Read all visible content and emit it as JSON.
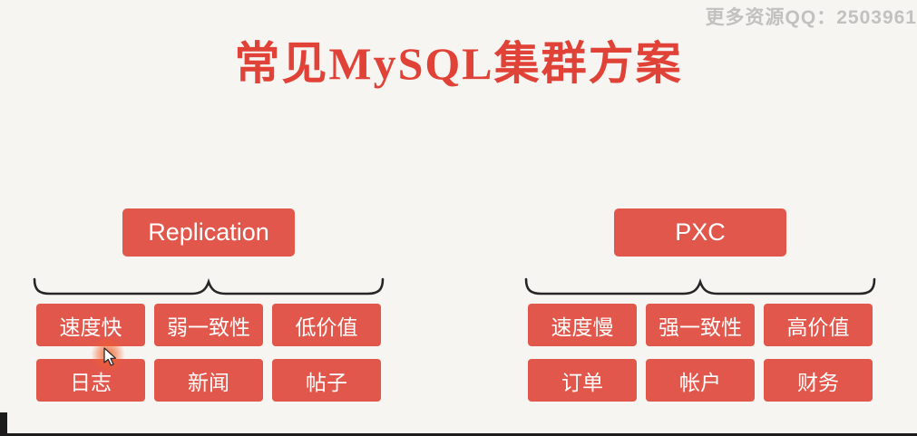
{
  "watermark": "更多资源QQ：2503961",
  "title": "常见MySQL集群方案",
  "colors": {
    "box": "#e2574b",
    "title": "#e04238",
    "background": "#f7f5f2",
    "watermark": "#c2c1bf"
  },
  "groups": [
    {
      "header": "Replication",
      "rows": [
        [
          "速度快",
          "弱一致性",
          "低价值"
        ],
        [
          "日志",
          "新闻",
          "帖子"
        ]
      ]
    },
    {
      "header": "PXC",
      "rows": [
        [
          "速度慢",
          "强一致性",
          "高价值"
        ],
        [
          "订单",
          "帐户",
          "财务"
        ]
      ]
    }
  ]
}
